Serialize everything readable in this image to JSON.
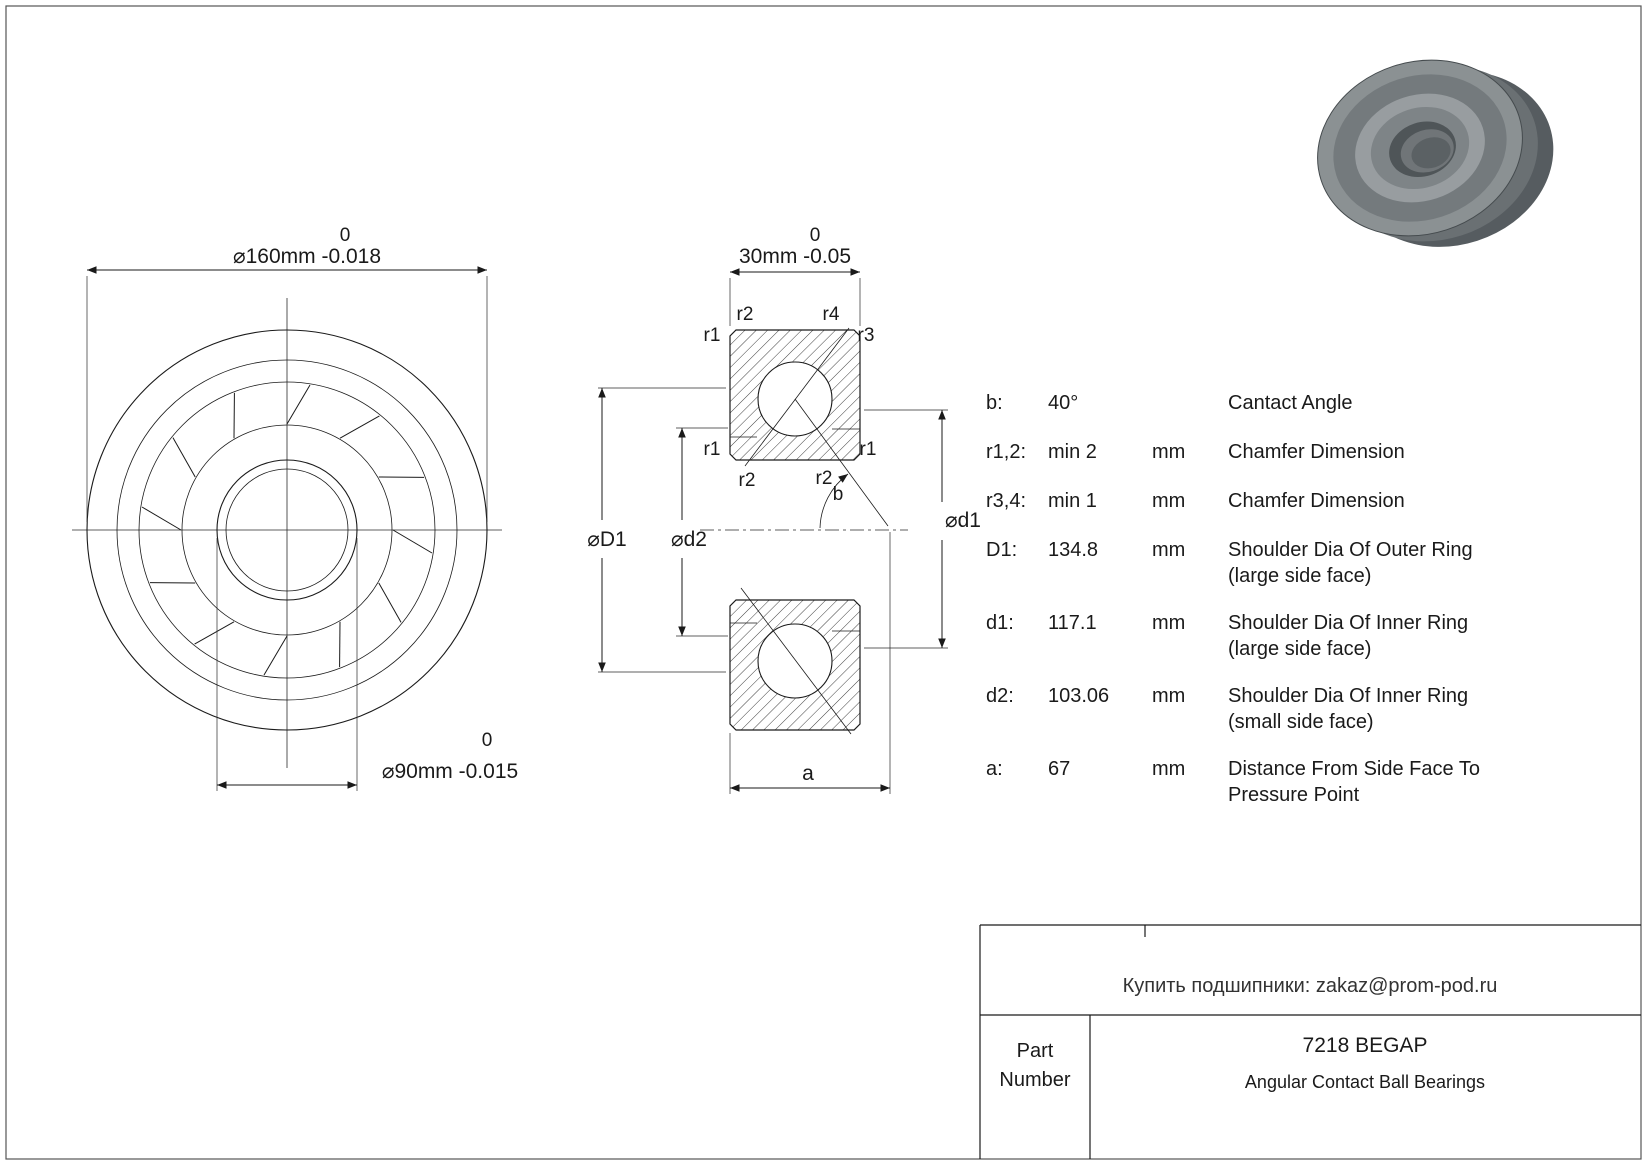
{
  "front_view": {
    "od_tol_upper": "0",
    "od_label": "⌀160mm -0.018",
    "bore_tol_upper": "0",
    "bore_label": "⌀90mm -0.015"
  },
  "section_view": {
    "width_tol_upper": "0",
    "width_label": "30mm -0.05",
    "r1": "r1",
    "r2": "r2",
    "r3": "r3",
    "r4": "r4",
    "b": "b",
    "a": "a",
    "dim_D1": "⌀D1",
    "dim_d1": "⌀d1",
    "dim_d2": "⌀d2"
  },
  "specs": {
    "rows": [
      {
        "symbol": "b:",
        "value": "40°",
        "unit": "",
        "desc1": "Cantact Angle",
        "desc2": ""
      },
      {
        "symbol": "r1,2:",
        "value": "min 2",
        "unit": "mm",
        "desc1": "Chamfer Dimension",
        "desc2": ""
      },
      {
        "symbol": "r3,4:",
        "value": "min 1",
        "unit": "mm",
        "desc1": "Chamfer Dimension",
        "desc2": ""
      },
      {
        "symbol": "D1:",
        "value": "134.8",
        "unit": "mm",
        "desc1": "Shoulder Dia Of Outer Ring",
        "desc2": "(large side face)"
      },
      {
        "symbol": "d1:",
        "value": "117.1",
        "unit": "mm",
        "desc1": "Shoulder Dia Of Inner Ring",
        "desc2": "(large side face)"
      },
      {
        "symbol": "d2:",
        "value": "103.06",
        "unit": "mm",
        "desc1": "Shoulder Dia Of Inner Ring",
        "desc2": "(small side face)"
      },
      {
        "symbol": "a:",
        "value": "67",
        "unit": "mm",
        "desc1": "Distance From Side Face To",
        "desc2": "Pressure Point"
      }
    ]
  },
  "title_block": {
    "email": "Купить подшипники: zakaz@prom-pod.ru",
    "part_label_line1": "Part",
    "part_label_line2": "Number",
    "part_number": "7218 BEGAP",
    "part_type": "Angular Contact Ball Bearings"
  }
}
